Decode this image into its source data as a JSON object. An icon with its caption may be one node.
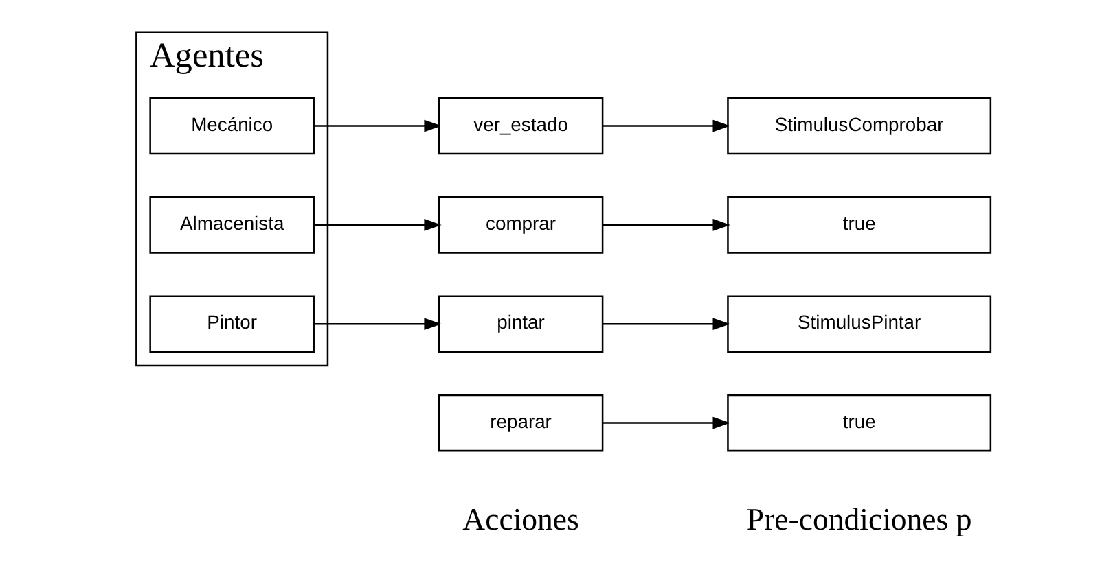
{
  "diagram": {
    "nodes": [
      {
        "text": [
          "Agentes"
        ]
      },
      {
        "text": [
          "Mecánico"
        ],
        "in": 0
      },
      {
        "text": [
          "Almacenista"
        ],
        "in": 0
      },
      {
        "text": [
          "Pintor"
        ],
        "in": 0
      },
      {
        "text": [
          "ver_estado"
        ]
      },
      {
        "text": [
          "reparar"
        ]
      },
      {
        "text": [
          "StimulusComprobar"
        ]
      },
      {
        "text": [
          "true"
        ]
      },
      {
        "text": [
          "comprar"
        ]
      },
      {
        "text": [
          "true"
        ]
      },
      {
        "text": [
          "pintar"
        ]
      },
      {
        "text": [
          "StimulusPintar"
        ]
      }
    ],
    "edges": [
      {
        "from": 1,
        "to": 4,
        "arrow": "to"
      },
      {
        "from": 4,
        "to": 6,
        "arrow": "to"
      },
      {
        "from": 5,
        "to": 7,
        "arrow": "to"
      },
      {
        "from": 2,
        "to": 8,
        "arrow": "to"
      },
      {
        "from": 8,
        "to": 9,
        "arrow": "to"
      },
      {
        "from": 3,
        "to": 10,
        "arrow": "to"
      },
      {
        "from": 10,
        "to": 11,
        "arrow": "to"
      }
    ],
    "labels": [
      "Acciones",
      "Pre-condiciones p"
    ]
  }
}
